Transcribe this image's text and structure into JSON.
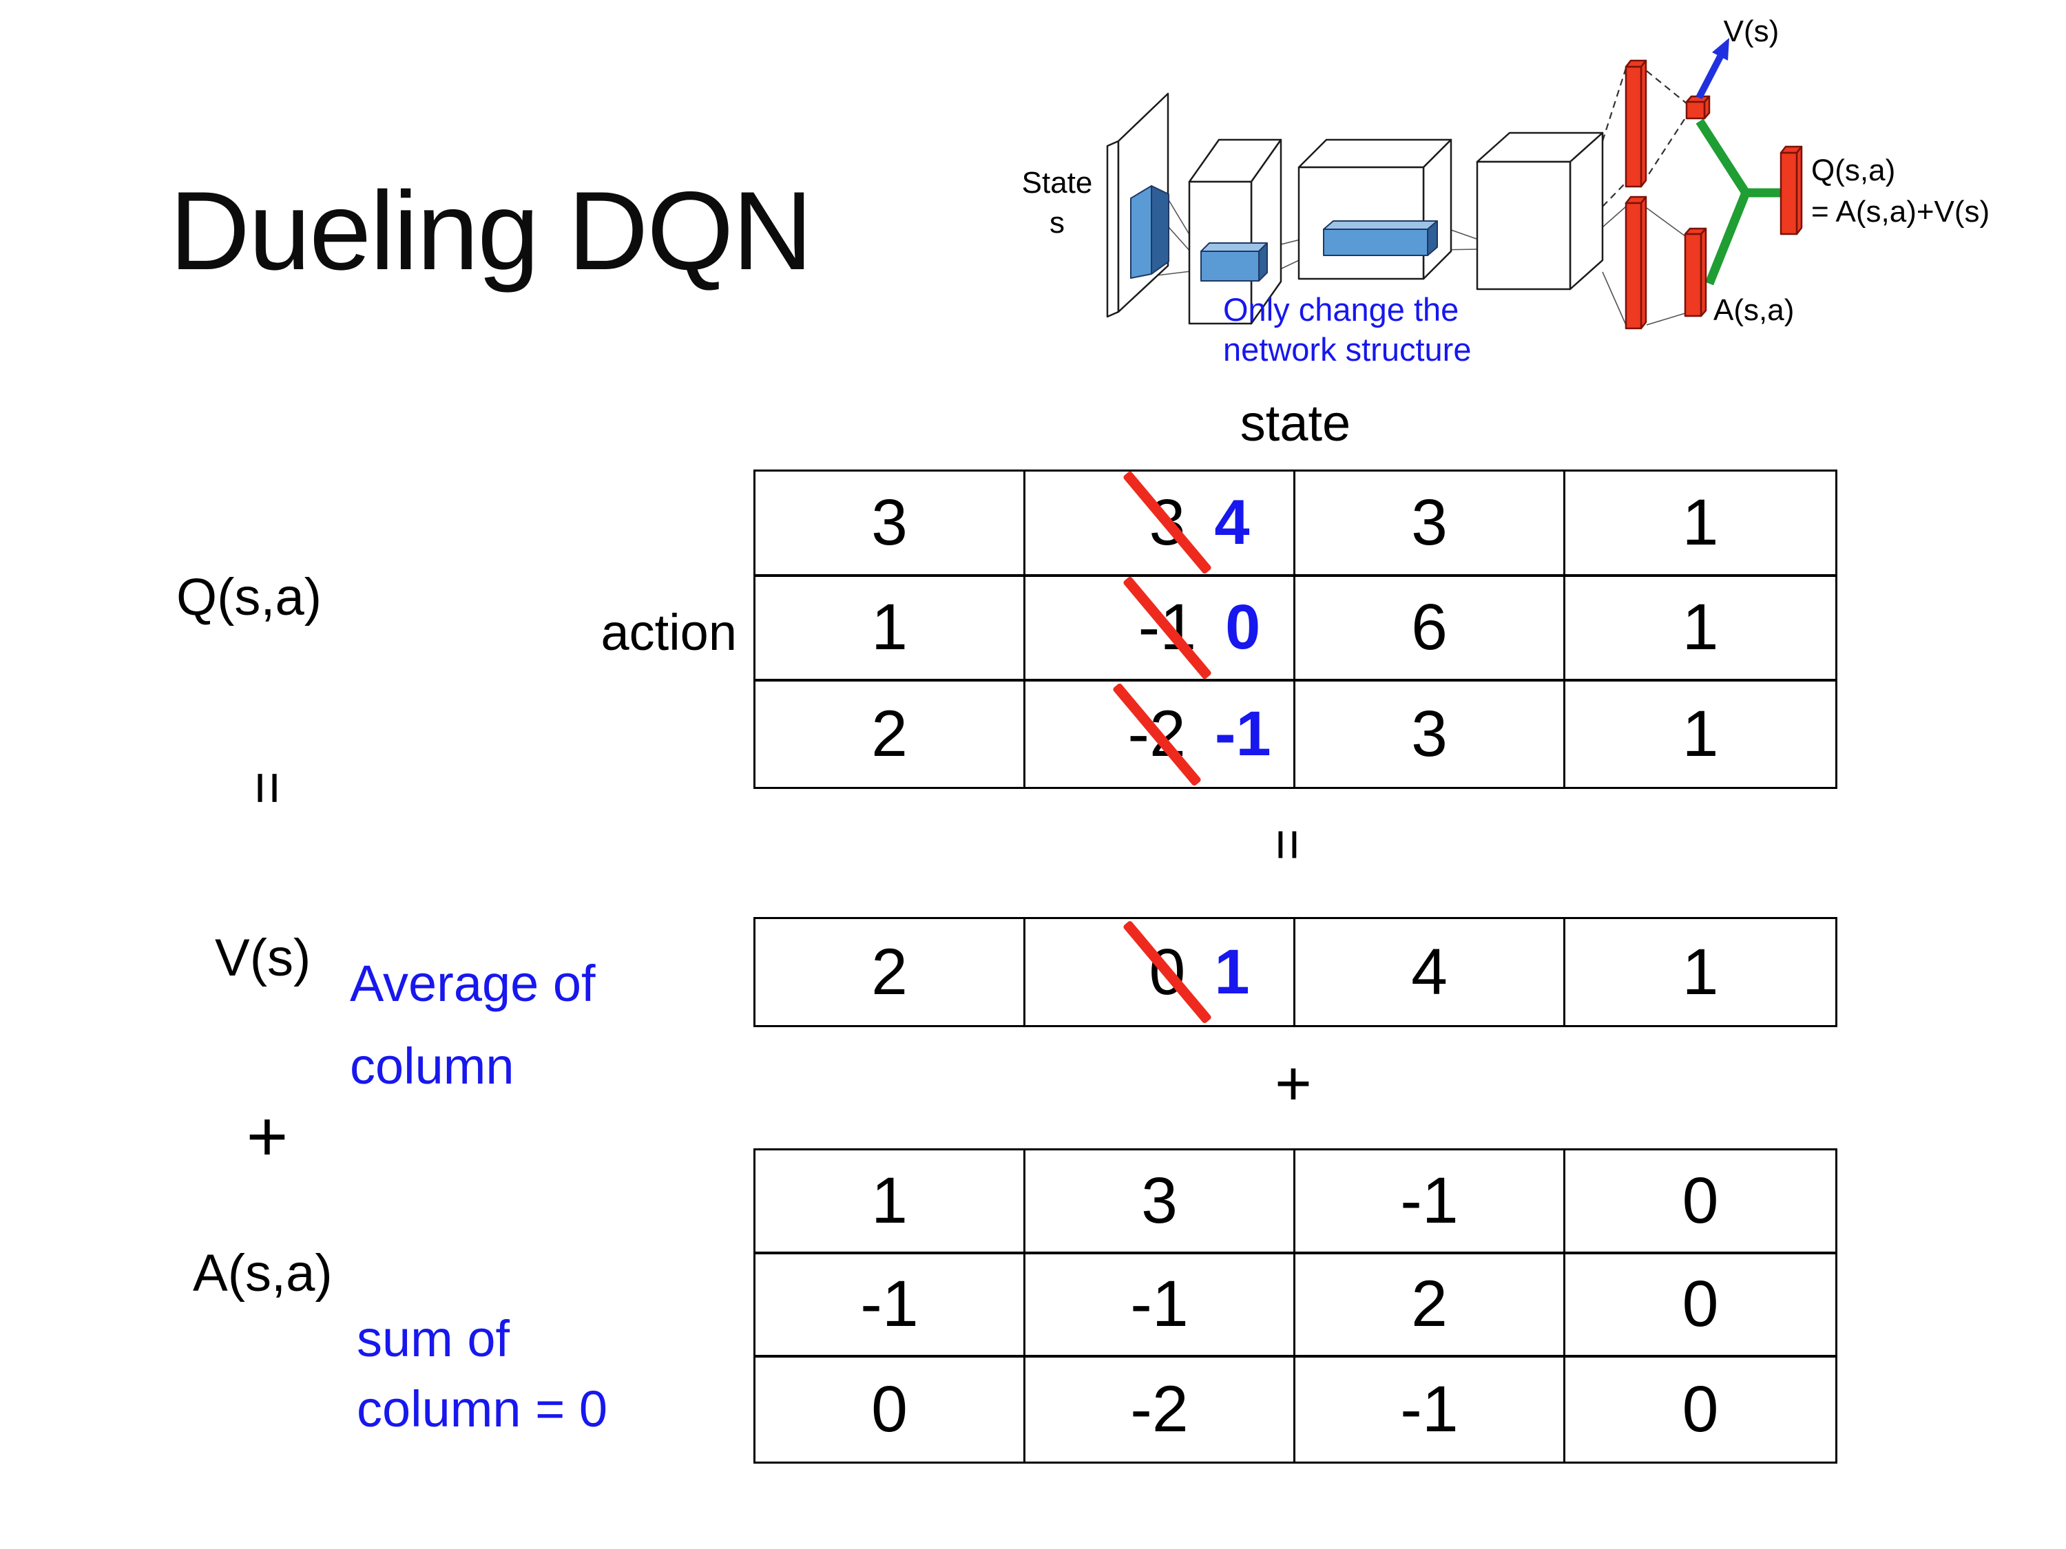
{
  "slide": {
    "title": "Dueling DQN",
    "background": "#ffffff"
  },
  "colors": {
    "annotation_blue": "#1717ee",
    "strike_red": "#ee2a1e",
    "bar_red": "#ee3a20",
    "green": "#1f9e33",
    "conv_blue": "#5b9bd5",
    "arrow_blue": "#2030e0",
    "ink": "#000000"
  },
  "diagram": {
    "state_label_line1": "State",
    "state_label_line2": "s",
    "v_output_label": "V(s)",
    "q_output_label": "Q(s,a)",
    "q_output_formula": "= A(s,a)+V(s)",
    "a_output_label": "A(s,a)",
    "note_line1": "Only change the",
    "note_line2": "network structure"
  },
  "m": {
    "state_label": "state",
    "action_label": "action",
    "q_label": "Q(s,a)",
    "equals_left": "=",
    "equals_mid": "=",
    "plus_left": "+",
    "plus_mid": "+",
    "v_label": "V(s)",
    "a_label": "A(s,a)",
    "avg_note_line1": "Average of",
    "avg_note_line2": "column",
    "sum_note_line1": "sum of",
    "sum_note_line2": "column = 0",
    "q": {
      "rows": [
        [
          {
            "v": "3"
          },
          {
            "old": "3",
            "new": "4"
          },
          {
            "v": "3"
          },
          {
            "v": "1"
          }
        ],
        [
          {
            "v": "1"
          },
          {
            "old": "-1",
            "new": "0"
          },
          {
            "v": "6"
          },
          {
            "v": "1"
          }
        ],
        [
          {
            "v": "2"
          },
          {
            "old": "-2",
            "new": "-1"
          },
          {
            "v": "3"
          },
          {
            "v": "1"
          }
        ]
      ]
    },
    "vrow": {
      "cells": [
        {
          "v": "2"
        },
        {
          "old": "0",
          "new": "1"
        },
        {
          "v": "4"
        },
        {
          "v": "1"
        }
      ]
    },
    "a": {
      "rows": [
        [
          {
            "v": "1"
          },
          {
            "v": "3"
          },
          {
            "v": "-1"
          },
          {
            "v": "0"
          }
        ],
        [
          {
            "v": "-1"
          },
          {
            "v": "-1"
          },
          {
            "v": "2"
          },
          {
            "v": "0"
          }
        ],
        [
          {
            "v": "0"
          },
          {
            "v": "-2"
          },
          {
            "v": "-1"
          },
          {
            "v": "0"
          }
        ]
      ]
    }
  }
}
